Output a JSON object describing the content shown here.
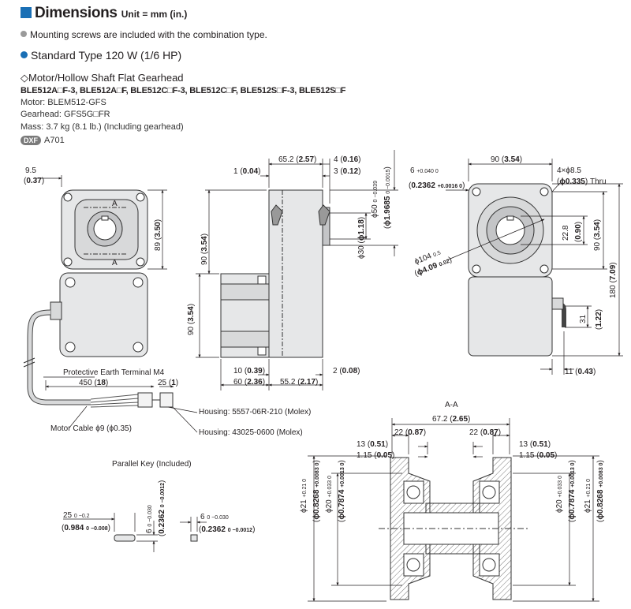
{
  "header": {
    "title": "Dimensions",
    "unit": "Unit = mm (in.)"
  },
  "note": "Mounting screws are included with the combination type.",
  "type_title": "Standard Type 120 W (1/6 HP)",
  "subtitle": "◇Motor/Hollow Shaft Flat Gearhead",
  "models": "BLE512A□F-3, BLE512A□F, BLE512C□F-3, BLE512C□F, BLE512S□F-3, BLE512S□F",
  "motor": "Motor: BLEM512-GFS",
  "gearhead": "Gearhead: GFS5G□FR",
  "mass": "Mass: 3.7 kg (8.1 lb.) (Including gearhead)",
  "dxf": {
    "badge": "DXF",
    "code": "A701"
  },
  "colors": {
    "accent": "#1a6fb5",
    "dot_gray": "#9a9a9a"
  },
  "front": {
    "d95": "9.5",
    "d95in": "0.37",
    "marker_a": "A",
    "d89": "89",
    "d89in": "3.50",
    "d90": "90",
    "d90in": "3.54",
    "pe_label": "Protective Earth Terminal M4",
    "d450": "450",
    "d450in": "18",
    "d25": "25",
    "d25in": "1",
    "housing1": "Housing: 5557-06R-210 (Molex)",
    "housing2": "Housing: 43025-0600 (Molex)",
    "cable": "Motor Cable ϕ9 (ϕ0.35)"
  },
  "side": {
    "d652": "65.2",
    "d652in": "2.57",
    "d4": "4",
    "d4in": "0.16",
    "d1": "1",
    "d1in": "0.04",
    "d3": "3",
    "d3in": "0.12",
    "phi50": "ϕ50",
    "tol50": "0 −0.039",
    "phi50in": "ϕ1.9685",
    "tol50in": "0 −0.0015",
    "phi30": "ϕ30",
    "phi30in": "ϕ1.18",
    "d90a": "90",
    "d90ain": "3.54",
    "d90b": "90",
    "d90bin": "3.54",
    "d10": "10",
    "d10in": "0.39",
    "d2": "2",
    "d2in": "0.08",
    "d60": "60",
    "d60in": "2.36",
    "d552": "55.2",
    "d552in": "2.17"
  },
  "back": {
    "d6": "6",
    "tol6": "+0.040 0",
    "d6in": "0.2362",
    "tol6in": "+0.0016 0",
    "d90": "90",
    "d90in": "3.54",
    "holes": "4×ϕ8.5",
    "holesin": "ϕ0.335",
    "thru": "Thru",
    "d228": "22.8",
    "d228in": "0.90",
    "d90v": "90",
    "d90vin": "3.54",
    "phi104": "ϕ104",
    "tol104": "0.5",
    "phi104in": "ϕ4.09",
    "tol104in": "0.02",
    "d180": "180",
    "d180in": "7.09",
    "d31": "31",
    "d31in": "1.22",
    "d11": "11",
    "d11in": "0.43"
  },
  "section": {
    "title": "A-A",
    "d672": "67.2",
    "d672in": "2.65",
    "d22": "22",
    "d22in": "0.87",
    "d13": "13",
    "d13in": "0.51",
    "d115": "1.15",
    "d115in": "0.05",
    "phi21": "ϕ21",
    "tol21": "+0.21 0",
    "phi21in": "ϕ0.8268",
    "tol21in": "+0.0083 0",
    "phi20": "ϕ20",
    "tol20": "+0.033 0",
    "phi20in": "ϕ0.7874",
    "tol20in": "+0.0013 0"
  },
  "key": {
    "title": "Parallel Key (Included)",
    "d25": "25",
    "tol25": "0 −0.2",
    "d25in": "0.984",
    "tol25in": "0 −0.008",
    "d6": "6",
    "tol6": "0 −0.030",
    "d6in": "0.2362",
    "tol6in": "0 −0.0012"
  }
}
